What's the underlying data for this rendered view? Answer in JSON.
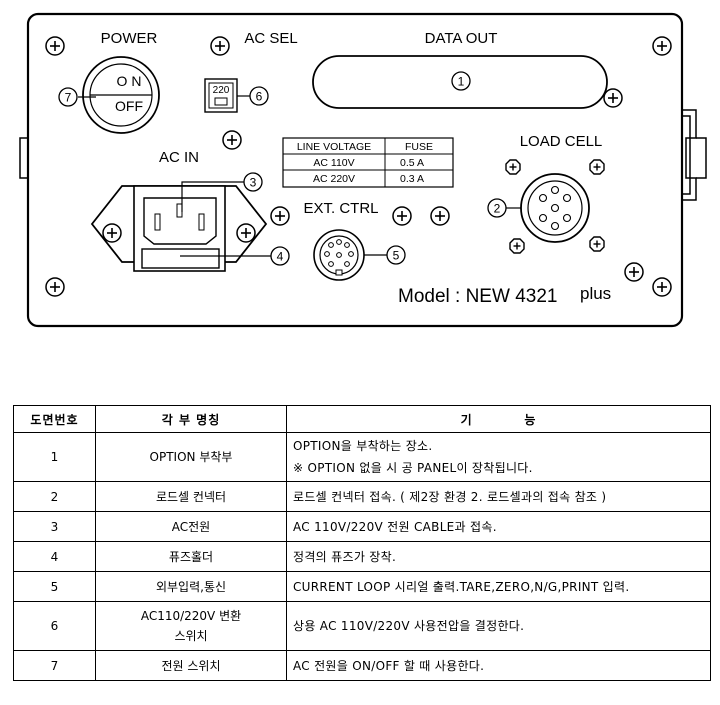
{
  "panel": {
    "labels": {
      "power": "POWER",
      "on": "O N",
      "off": "OFF",
      "ac_sel": "AC SEL",
      "ac_sel_value": "220",
      "data_out": "DATA OUT",
      "ac_in": "AC IN",
      "load_cell": "LOAD CELL",
      "ext_ctrl": "EXT. CTRL",
      "model_prefix": "Model : NEW 4321",
      "model_suffix": "plus"
    },
    "callouts": [
      "1",
      "2",
      "3",
      "4",
      "5",
      "6",
      "7"
    ],
    "fuse_table": {
      "headers": [
        "LINE VOLTAGE",
        "FUSE"
      ],
      "rows": [
        [
          "AC 110V",
          "0.5 A"
        ],
        [
          "AC 220V",
          "0.3 A"
        ]
      ]
    }
  },
  "spec_table": {
    "headers": {
      "no": "도면번호",
      "name": "각 부 명칭",
      "function": "기          능"
    },
    "rows": [
      {
        "no": "1",
        "name": [
          "OPTION 부착부"
        ],
        "function": [
          "OPTION을 부착하는 장소.",
          "※ OPTION 없을 시 공 PANEL이 장착됩니다."
        ]
      },
      {
        "no": "2",
        "name": [
          "로드셀 컨넥터"
        ],
        "function": [
          "로드셀 컨넥터 접속. ( 제2장 환경 2. 로드셀과의 접속 참조 )"
        ]
      },
      {
        "no": "3",
        "name": [
          "AC전원"
        ],
        "function": [
          "AC 110V/220V 전원 CABLE과 접속."
        ]
      },
      {
        "no": "4",
        "name": [
          "퓨즈홀더"
        ],
        "function": [
          "정격의 퓨즈가 장착."
        ]
      },
      {
        "no": "5",
        "name": [
          "외부입력,통신"
        ],
        "function": [
          "CURRENT LOOP 시리얼 출력.TARE,ZERO,N/G,PRINT 입력."
        ]
      },
      {
        "no": "6",
        "name": [
          "AC110/220V 변환",
          "스위치"
        ],
        "function": [
          "상용 AC 110V/220V 사용전압을 결정한다."
        ]
      },
      {
        "no": "7",
        "name": [
          "전원 스위치"
        ],
        "function": [
          "AC 전원을 ON/OFF 할 때 사용한다."
        ]
      }
    ]
  }
}
